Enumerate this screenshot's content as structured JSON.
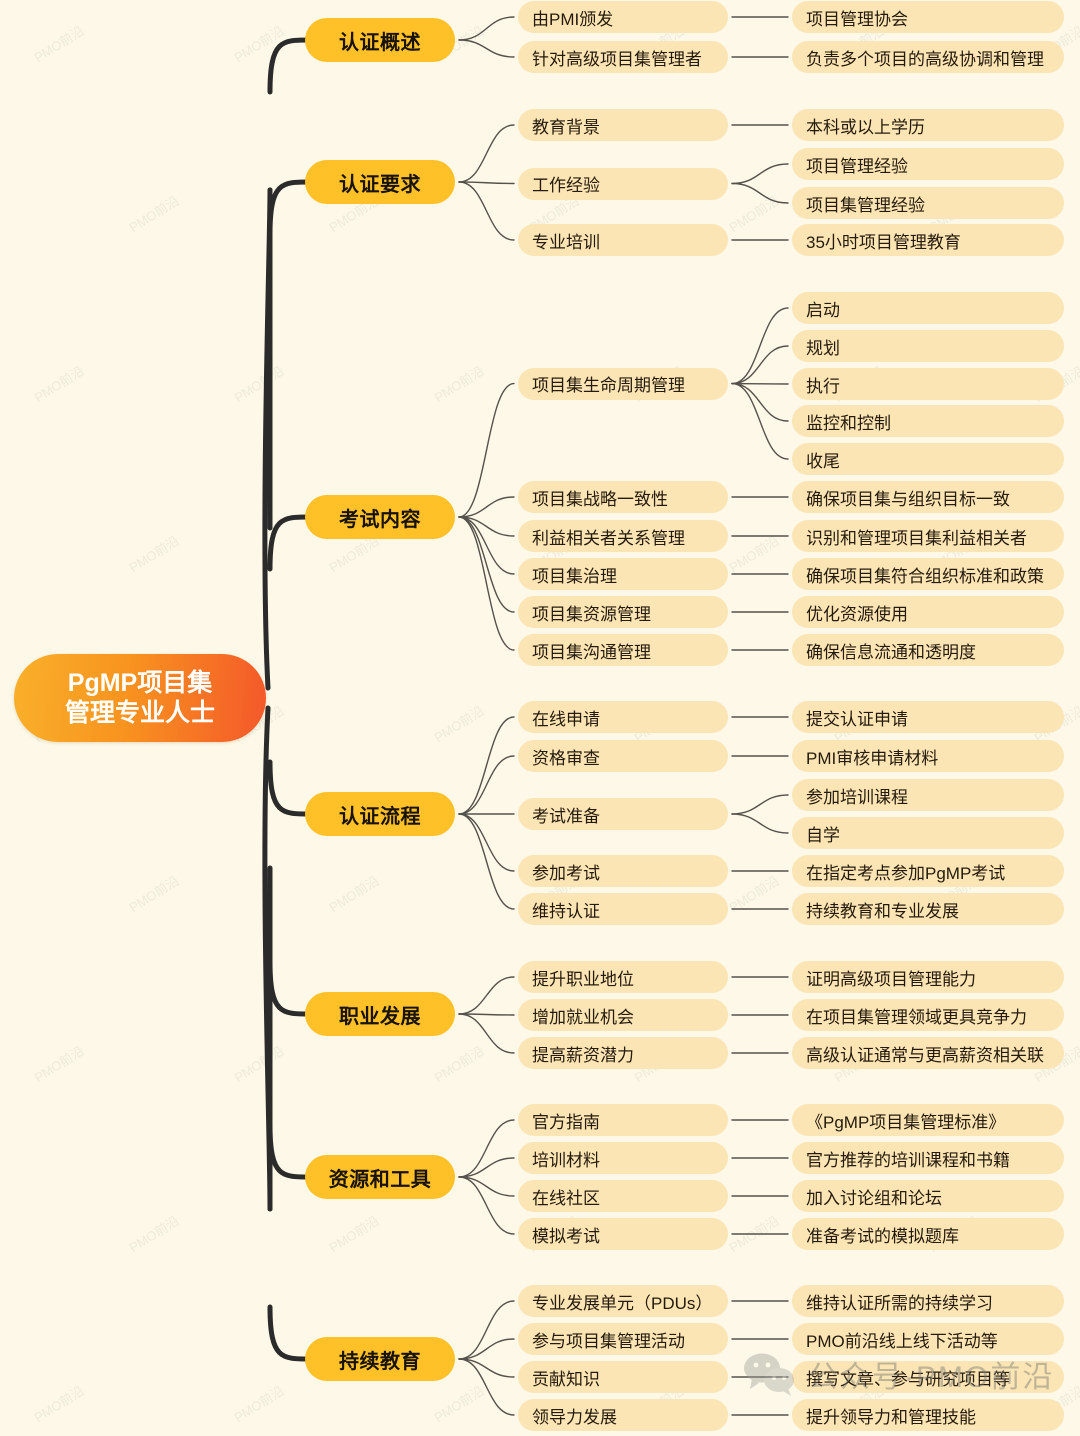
{
  "background_color": "#fdf8e7",
  "colors": {
    "root_gradient_from": "#f9b02a",
    "root_gradient_to": "#f4582a",
    "level1_fill": "#ffc127",
    "level2_fill": "#fce5b4",
    "level3_fill": "#fce5b4",
    "trunk_stroke": "#2b2b2b",
    "branch_stroke": "#55524c"
  },
  "watermark": {
    "tile_text": "PMO前沿",
    "corner_text": "公众号·PMO前沿",
    "corner_icon": "wechat-icon"
  },
  "root": {
    "line1": "PgMP项目集",
    "line2": "管理专业人士"
  },
  "branches": [
    {
      "id": "cert-overview",
      "label": "认证概述",
      "children": [
        {
          "label": "由PMI颁发",
          "children": [
            {
              "label": "项目管理协会"
            }
          ]
        },
        {
          "label": "针对高级项目集管理者",
          "children": [
            {
              "label": "负责多个项目的高级协调和管理"
            }
          ]
        }
      ]
    },
    {
      "id": "cert-requirements",
      "label": "认证要求",
      "children": [
        {
          "label": "教育背景",
          "children": [
            {
              "label": "本科或以上学历"
            }
          ]
        },
        {
          "label": "工作经验",
          "children": [
            {
              "label": "项目管理经验"
            },
            {
              "label": "项目集管理经验"
            }
          ]
        },
        {
          "label": "专业培训",
          "children": [
            {
              "label": "35小时项目管理教育"
            }
          ]
        }
      ]
    },
    {
      "id": "exam-content",
      "label": "考试内容",
      "children": [
        {
          "label": "项目集生命周期管理",
          "children": [
            {
              "label": "启动"
            },
            {
              "label": "规划"
            },
            {
              "label": "执行"
            },
            {
              "label": "监控和控制"
            },
            {
              "label": "收尾"
            }
          ]
        },
        {
          "label": "项目集战略一致性",
          "children": [
            {
              "label": "确保项目集与组织目标一致"
            }
          ]
        },
        {
          "label": "利益相关者关系管理",
          "children": [
            {
              "label": "识别和管理项目集利益相关者"
            }
          ]
        },
        {
          "label": "项目集治理",
          "children": [
            {
              "label": "确保项目集符合组织标准和政策"
            }
          ]
        },
        {
          "label": "项目集资源管理",
          "children": [
            {
              "label": "优化资源使用"
            }
          ]
        },
        {
          "label": "项目集沟通管理",
          "children": [
            {
              "label": "确保信息流通和透明度"
            }
          ]
        }
      ]
    },
    {
      "id": "cert-process",
      "label": "认证流程",
      "children": [
        {
          "label": "在线申请",
          "children": [
            {
              "label": "提交认证申请"
            }
          ]
        },
        {
          "label": "资格审查",
          "children": [
            {
              "label": "PMI审核申请材料"
            }
          ]
        },
        {
          "label": "考试准备",
          "children": [
            {
              "label": "参加培训课程"
            },
            {
              "label": "自学"
            }
          ]
        },
        {
          "label": "参加考试",
          "children": [
            {
              "label": "在指定考点参加PgMP考试"
            }
          ]
        },
        {
          "label": "维持认证",
          "children": [
            {
              "label": "持续教育和专业发展"
            }
          ]
        }
      ]
    },
    {
      "id": "career-development",
      "label": "职业发展",
      "children": [
        {
          "label": "提升职业地位",
          "children": [
            {
              "label": "证明高级项目管理能力"
            }
          ]
        },
        {
          "label": "增加就业机会",
          "children": [
            {
              "label": "在项目集管理领域更具竞争力"
            }
          ]
        },
        {
          "label": "提高薪资潜力",
          "children": [
            {
              "label": "高级认证通常与更高薪资相关联"
            }
          ]
        }
      ]
    },
    {
      "id": "resources-tools",
      "label": "资源和工具",
      "children": [
        {
          "label": "官方指南",
          "children": [
            {
              "label": "《PgMP项目集管理标准》"
            }
          ]
        },
        {
          "label": "培训材料",
          "children": [
            {
              "label": "官方推荐的培训课程和书籍"
            }
          ]
        },
        {
          "label": "在线社区",
          "children": [
            {
              "label": "加入讨论组和论坛"
            }
          ]
        },
        {
          "label": "模拟考试",
          "children": [
            {
              "label": "准备考试的模拟题库"
            }
          ]
        }
      ]
    },
    {
      "id": "continuing-education",
      "label": "持续教育",
      "children": [
        {
          "label": "专业发展单元（PDUs）",
          "children": [
            {
              "label": "维持认证所需的持续学习"
            }
          ]
        },
        {
          "label": "参与项目集管理活动",
          "children": [
            {
              "label": "PMO前沿线上线下活动等"
            }
          ]
        },
        {
          "label": "贡献知识",
          "children": [
            {
              "label": "撰写文章、参与研究项目等"
            }
          ]
        },
        {
          "label": "领导力发展",
          "children": [
            {
              "label": "提升领导力和管理技能"
            }
          ]
        }
      ]
    }
  ]
}
